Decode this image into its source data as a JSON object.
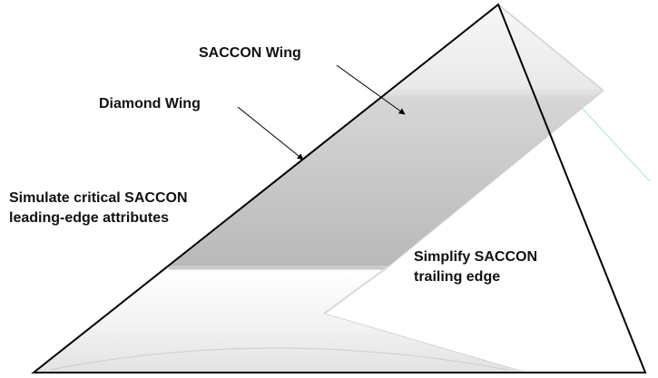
{
  "labels": {
    "saccon_wing": "SACCON Wing",
    "diamond_wing": "Diamond Wing",
    "leading_edge_line1": "Simulate critical SACCON",
    "leading_edge_line2": "leading-edge attributes",
    "trailing_edge_line1": "Simplify SACCON",
    "trailing_edge_line2": "trailing edge"
  },
  "colors": {
    "outline": "#000000",
    "saccon_surface_light": "#f4f4f4",
    "saccon_surface_dark": "#bdbdbd",
    "saccon_edge": "#cfcfcf",
    "reference_line": "#a8e6dc"
  }
}
